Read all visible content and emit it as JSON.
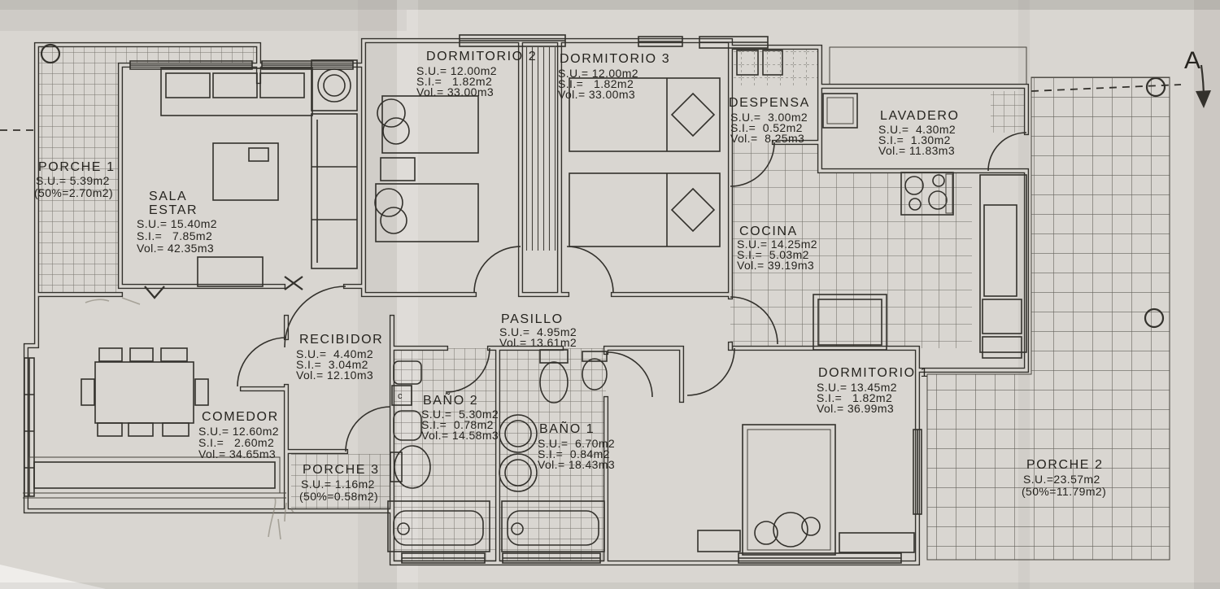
{
  "plan": {
    "sheet_type": "floor-plan",
    "ink_color": "#33312c",
    "paper_color": "#d9d6d1",
    "section_marker": {
      "label": "A"
    },
    "fixture_labels": {
      "bath2_sink": "c"
    },
    "rooms": [
      {
        "name_lines": [
          "PORCHE 1"
        ],
        "stats": [
          "S.U.= 5.39m2",
          "(50%=2.70m2)"
        ]
      },
      {
        "name_lines": [
          "SALA",
          "ESTAR"
        ],
        "stats": [
          "S.U.= 15.40m2",
          "S.I.=   7.85m2",
          "Vol.= 42.35m3"
        ]
      },
      {
        "name_lines": [
          "DORMITORIO 2"
        ],
        "stats": [
          "S.U.= 12.00m2",
          "S.I.=   1.82m2",
          "Vol.= 33.00m3"
        ]
      },
      {
        "name_lines": [
          "DORMITORIO 3"
        ],
        "stats": [
          "S.U.= 12.00m2",
          "S.I.=   1.82m2",
          "Vol.= 33.00m3"
        ]
      },
      {
        "name_lines": [
          "DESPENSA"
        ],
        "stats": [
          "S.U.=  3.00m2",
          "S.I.=  0.52m2",
          "Vol.=  8.25m3"
        ]
      },
      {
        "name_lines": [
          "LAVADERO"
        ],
        "stats": [
          "S.U.=  4.30m2",
          "S.I.=  1.30m2",
          "Vol.= 11.83m3"
        ]
      },
      {
        "name_lines": [
          "COCINA"
        ],
        "stats": [
          "S.U.= 14.25m2",
          "S.I.=  5.03m2",
          "Vol.= 39.19m3"
        ]
      },
      {
        "name_lines": [
          "PASILLO"
        ],
        "stats": [
          "S.U.=  4.95m2",
          "Vol.= 13.61m2"
        ]
      },
      {
        "name_lines": [
          "RECIBIDOR"
        ],
        "stats": [
          "S.U.=  4.40m2",
          "S.I.=  3.04m2",
          "Vol.= 12.10m3"
        ]
      },
      {
        "name_lines": [
          "COMEDOR"
        ],
        "stats": [
          "S.U.= 12.60m2",
          "S.I.=   2.60m2",
          "Vol.= 34.65m3"
        ]
      },
      {
        "name_lines": [
          "BAÑO 2"
        ],
        "stats": [
          "S.U.=  5.30m2",
          "S.I.=  0.78m2",
          "Vol.= 14.58m3"
        ]
      },
      {
        "name_lines": [
          "BAÑO 1"
        ],
        "stats": [
          "S.U.=  6.70m2",
          "S.I.=  0.84m2",
          "Vol.= 18.43m3"
        ]
      },
      {
        "name_lines": [
          "DORMITORIO 1"
        ],
        "stats": [
          "S.U.= 13.45m2",
          "S.I.=   1.82m2",
          "Vol.= 36.99m3"
        ]
      },
      {
        "name_lines": [
          "PORCHE 3"
        ],
        "stats": [
          "S.U.= 1.16m2",
          "(50%=0.58m2)"
        ]
      },
      {
        "name_lines": [
          "PORCHE 2"
        ],
        "stats": [
          "S.U.=23.57m2",
          "(50%=11.79m2)"
        ]
      }
    ]
  }
}
